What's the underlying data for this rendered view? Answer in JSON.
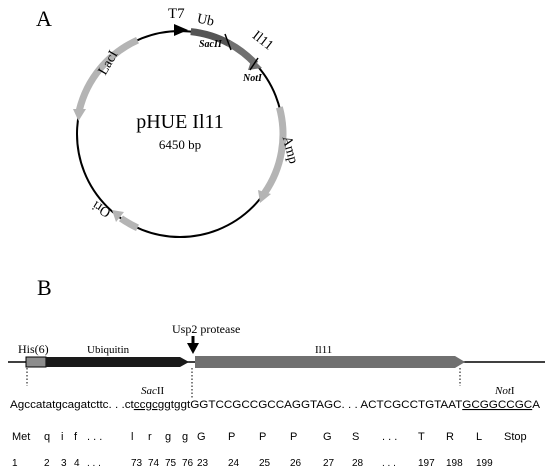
{
  "panels": {
    "a_label": "A",
    "b_label": "B"
  },
  "plasmid": {
    "name": "pHUE Il11",
    "size": "6450 bp",
    "features": {
      "t7": "T7",
      "ub": "Ub",
      "il11": "Il11",
      "lacI": "LacI",
      "amp": "Amp",
      "ori": "Ori"
    },
    "sites": {
      "sacII": "SacII",
      "notI": "NotI"
    }
  },
  "construct": {
    "his": "His(6)",
    "ubiquitin": "Ubiquitin",
    "il11": "Il11",
    "protease": "Usp2 protease"
  },
  "sequence": {
    "seg1": "Agccatatgcagatcttc. . .",
    "seg2": "ct",
    "seg3": "ccgcgg",
    "seg4": "tgg",
    "seg5": "tGGTCCGCCGCCAGGTAGC. . . ACTCGCCTGTAAT",
    "seg6": "GCGGCCGC",
    "seg7": "A",
    "sacII_label": "Sac",
    "sacII_suffix": "II",
    "notI_label": "Not",
    "notI_suffix": "I"
  },
  "residues": [
    {
      "aa": "Met",
      "num": "1"
    },
    {
      "aa": "q",
      "num": "2"
    },
    {
      "aa": "i",
      "num": "3"
    },
    {
      "aa": "f",
      "num": "4"
    },
    {
      "aa": ". . .",
      "num": ". . ."
    },
    {
      "aa": "l",
      "num": "73"
    },
    {
      "aa": "r",
      "num": "74"
    },
    {
      "aa": "g",
      "num": "75"
    },
    {
      "aa": "g",
      "num": "76"
    },
    {
      "aa": "G",
      "num": "23"
    },
    {
      "aa": "P",
      "num": "24"
    },
    {
      "aa": "P",
      "num": "25"
    },
    {
      "aa": "P",
      "num": "26"
    },
    {
      "aa": "G",
      "num": "27"
    },
    {
      "aa": "S",
      "num": "28"
    },
    {
      "aa": ". . .",
      "num": ". . ."
    },
    {
      "aa": "T",
      "num": "197"
    },
    {
      "aa": "R",
      "num": "198"
    },
    {
      "aa": "L",
      "num": "199"
    },
    {
      "aa": "Stop",
      "num": ""
    }
  ],
  "colors": {
    "ubiquitin": "#1a1a1a",
    "il11": "#707070",
    "his": "#8c8c8c",
    "ub_arc": "#555555",
    "light_arcs": "#b4b4b4"
  }
}
